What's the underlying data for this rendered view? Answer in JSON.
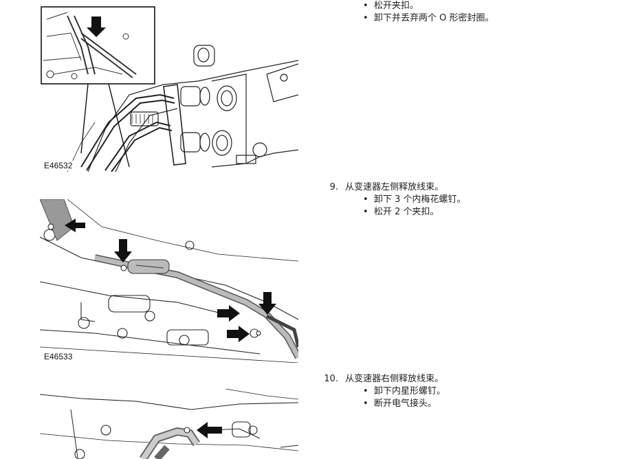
{
  "figures": [
    {
      "label": "E46532"
    },
    {
      "label": "E46533"
    },
    {
      "label": ""
    }
  ],
  "steps": [
    {
      "number": "",
      "title": "",
      "items": [
        "松开夹扣。",
        "卸下并丢弃两个 O 形密封圈。"
      ]
    },
    {
      "number": "9.",
      "title": "从变速器左侧释放线束。",
      "items": [
        "卸下 3 个内梅花螺钉。",
        "松开 2 个夹扣。"
      ]
    },
    {
      "number": "10.",
      "title": "从变速器右侧释放线束。",
      "items": [
        "卸下内星形螺钉。",
        "断开电气接头。"
      ]
    }
  ]
}
